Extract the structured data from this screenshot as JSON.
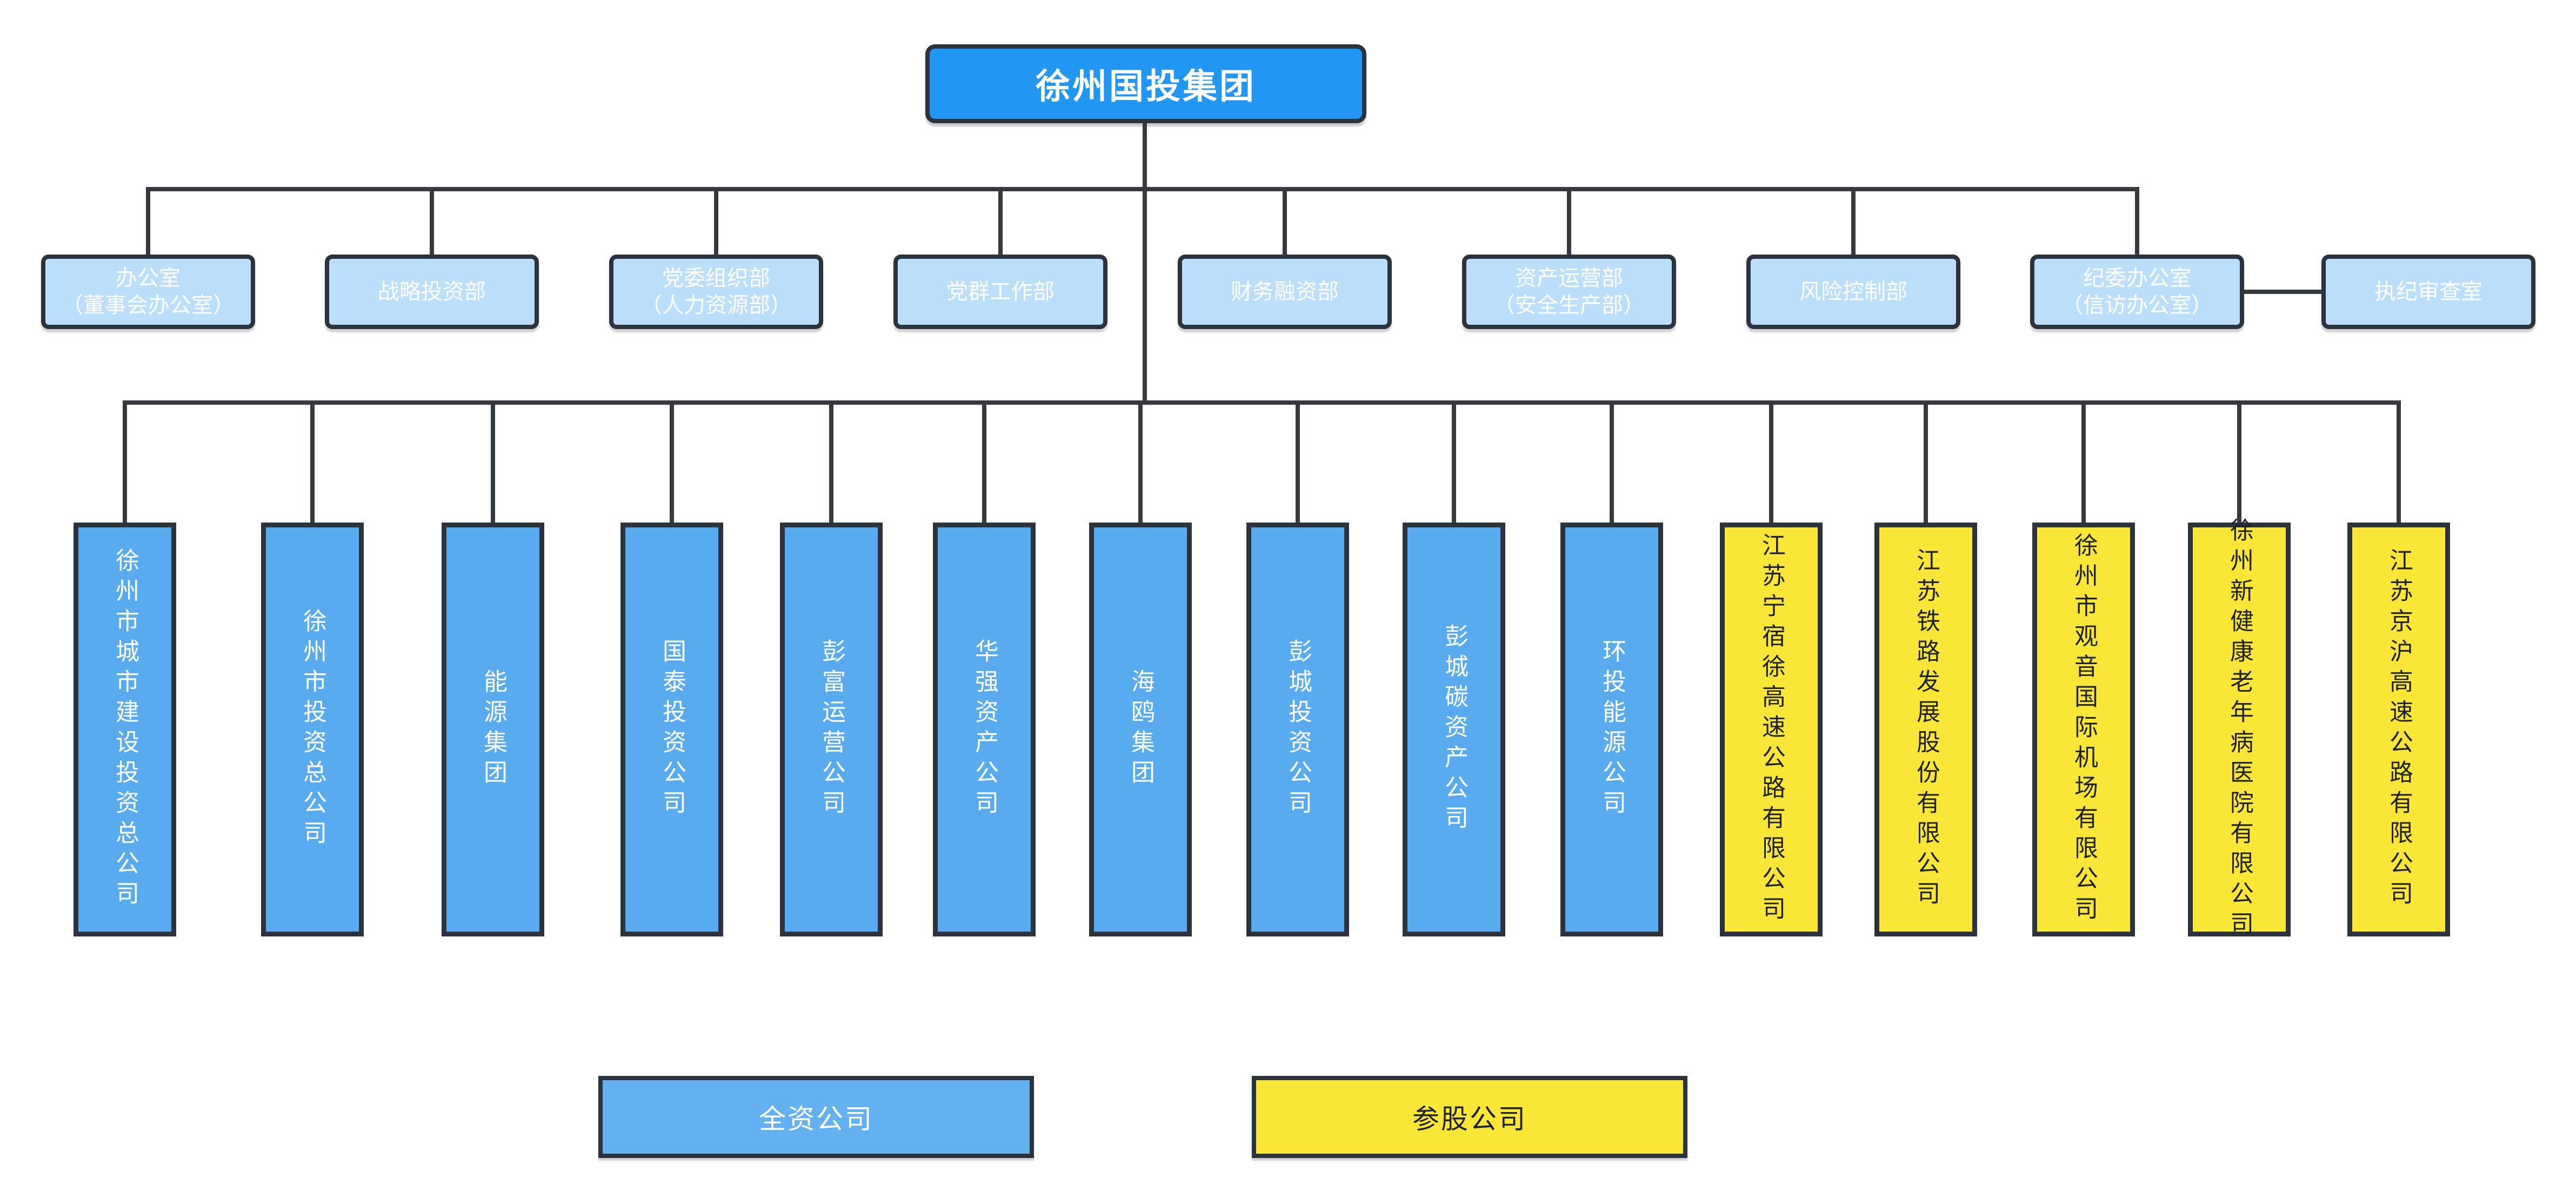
{
  "diagram": {
    "root": {
      "label": "徐州国投集团"
    },
    "departments": [
      {
        "lines": [
          "办公室",
          "（董事会办公室）"
        ]
      },
      {
        "lines": [
          "战略投资部"
        ]
      },
      {
        "lines": [
          "党委组织部",
          "（人力资源部）"
        ]
      },
      {
        "lines": [
          "党群工作部"
        ]
      },
      {
        "lines": [
          "财务融资部"
        ]
      },
      {
        "lines": [
          "资产运营部",
          "（安全生产部）"
        ]
      },
      {
        "lines": [
          "风险控制部"
        ]
      },
      {
        "lines": [
          "纪委办公室",
          "（信访办公室）"
        ]
      },
      {
        "lines": [
          "执纪审查室"
        ],
        "side": true
      }
    ],
    "companies": [
      {
        "name": "徐州市城市建设投资总公司",
        "type": "wholly"
      },
      {
        "name": "徐州市投资总公司",
        "type": "wholly"
      },
      {
        "name": "能源集团",
        "type": "wholly"
      },
      {
        "name": "国泰投资公司",
        "type": "wholly"
      },
      {
        "name": "彭富运营公司",
        "type": "wholly"
      },
      {
        "name": "华强资产公司",
        "type": "wholly"
      },
      {
        "name": "海鸥集团",
        "type": "wholly"
      },
      {
        "name": "彭城投资公司",
        "type": "wholly"
      },
      {
        "name": "彭城碳资产公司",
        "type": "wholly"
      },
      {
        "name": "环投能源公司",
        "type": "wholly"
      },
      {
        "name": "江苏宁宿徐高速公路有限公司",
        "type": "equity"
      },
      {
        "name": "江苏铁路发展股份有限公司",
        "type": "equity"
      },
      {
        "name": "徐州市观音国际机场有限公司",
        "type": "equity"
      },
      {
        "name": "徐州新健康老年病医院有限公司",
        "type": "equity"
      },
      {
        "name": "江苏京沪高速公路有限公司",
        "type": "equity"
      }
    ],
    "legend": [
      {
        "label": "全资公司",
        "type": "wholly"
      },
      {
        "label": "参股公司",
        "type": "equity"
      }
    ]
  },
  "colors": {
    "root_fill": "#2196F3",
    "department_fill": "#BBDEFB",
    "wholly_fill": "#58ABEE",
    "equity_fill": "#F9E636",
    "legend_wholly_fill": "#64B1F1",
    "border": "#2D333C",
    "line": "#36393E",
    "text_on_blue": "#FFFFFF",
    "text_on_yellow": "#1F2328"
  }
}
